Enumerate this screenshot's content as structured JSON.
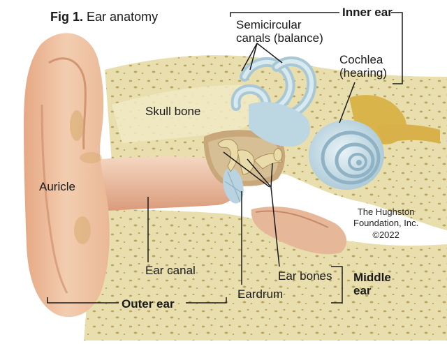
{
  "figure": {
    "number": "Fig 1.",
    "title": "Ear anatomy"
  },
  "labels": {
    "semicircular_line1": "Semicircular",
    "semicircular_line2": "canals (balance)",
    "cochlea_line1": "Cochlea",
    "cochlea_line2": "(hearing)",
    "skull_bone": "Skull bone",
    "auricle": "Auricle",
    "ear_canal": "Ear canal",
    "eardrum": "Eardrum",
    "ear_bones": "Ear bones"
  },
  "groups": {
    "inner_ear": "Inner ear",
    "middle_ear_line1": "Middle",
    "middle_ear_line2": "ear",
    "outer_ear": "Outer ear"
  },
  "credit": {
    "line1": "The Hughston",
    "line2": "Foundation, Inc.",
    "line3": "©2022"
  },
  "colors": {
    "skin": "#f0c4a4",
    "skin_shadow": "#d99a78",
    "bone": "#e9dfae",
    "bone_dark": "#c9b96a",
    "inner_ear": "#c9dfe8",
    "inner_ear_shadow": "#8fb3c4",
    "ossicle": "#e8d9a8",
    "line": "#1a1a1a"
  }
}
